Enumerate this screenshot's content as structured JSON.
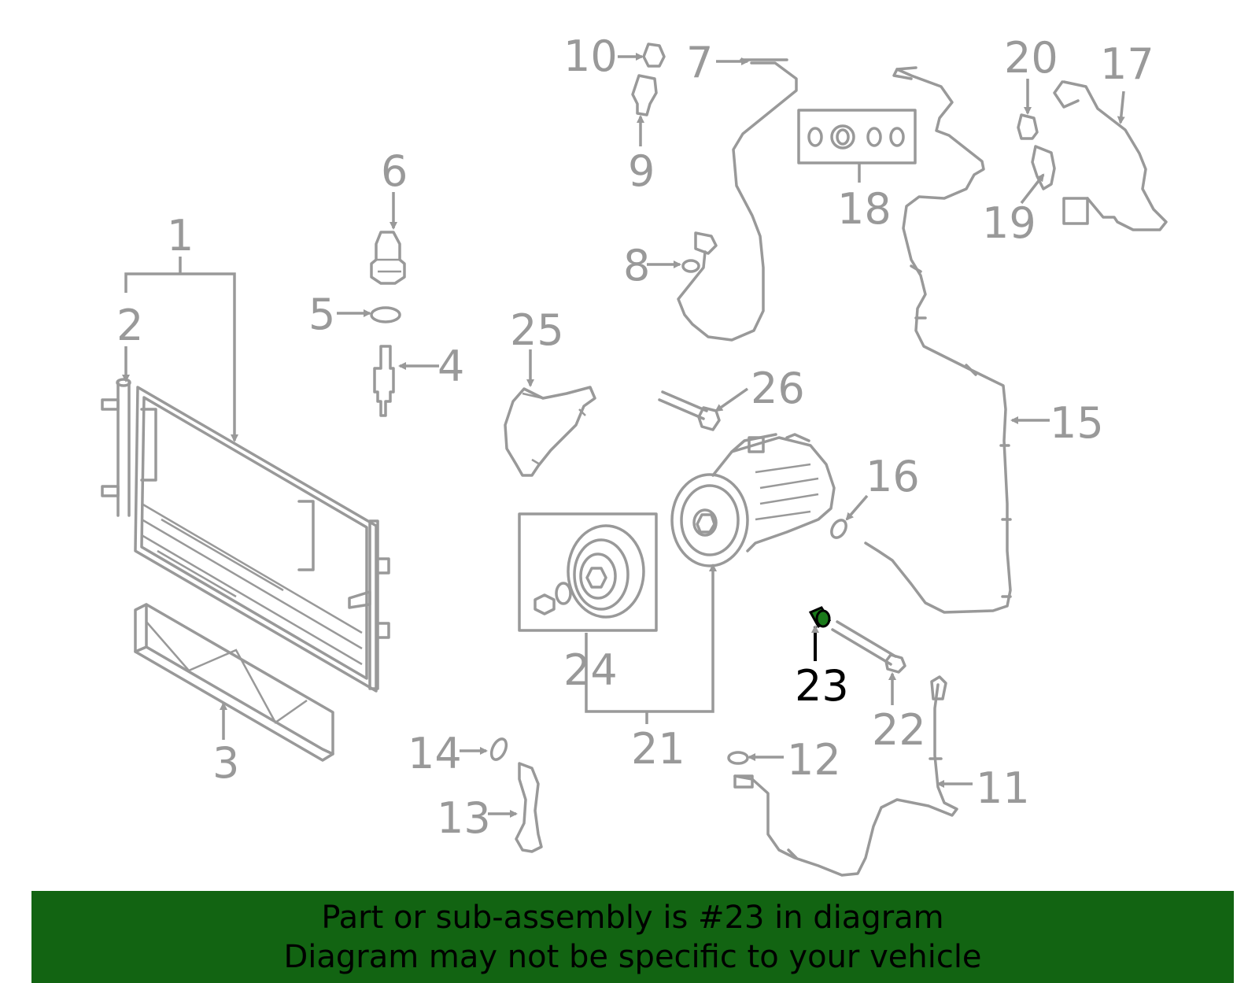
{
  "callouts": [
    {
      "id": "1",
      "label": "1"
    },
    {
      "id": "2",
      "label": "2"
    },
    {
      "id": "3",
      "label": "3"
    },
    {
      "id": "4",
      "label": "4"
    },
    {
      "id": "5",
      "label": "5"
    },
    {
      "id": "6",
      "label": "6"
    },
    {
      "id": "7",
      "label": "7"
    },
    {
      "id": "8",
      "label": "8"
    },
    {
      "id": "9",
      "label": "9"
    },
    {
      "id": "10",
      "label": "10"
    },
    {
      "id": "11",
      "label": "11"
    },
    {
      "id": "12",
      "label": "12"
    },
    {
      "id": "13",
      "label": "13"
    },
    {
      "id": "14",
      "label": "14"
    },
    {
      "id": "15",
      "label": "15"
    },
    {
      "id": "16",
      "label": "16"
    },
    {
      "id": "17",
      "label": "17"
    },
    {
      "id": "18",
      "label": "18"
    },
    {
      "id": "19",
      "label": "19"
    },
    {
      "id": "20",
      "label": "20"
    },
    {
      "id": "21",
      "label": "21"
    },
    {
      "id": "22",
      "label": "22"
    },
    {
      "id": "23",
      "label": "23"
    },
    {
      "id": "24",
      "label": "24"
    },
    {
      "id": "25",
      "label": "25"
    },
    {
      "id": "26",
      "label": "26"
    }
  ],
  "highlighted_part": "23",
  "colors": {
    "part_stroke": "#999999",
    "highlight_part": "#1a7a1a",
    "highlight_text": "#000000",
    "banner_background": "#126412",
    "banner_text": "#000000"
  },
  "banner": {
    "line1": "Part or sub-assembly is #23 in diagram",
    "line2": "Diagram may not be specific to your vehicle"
  }
}
